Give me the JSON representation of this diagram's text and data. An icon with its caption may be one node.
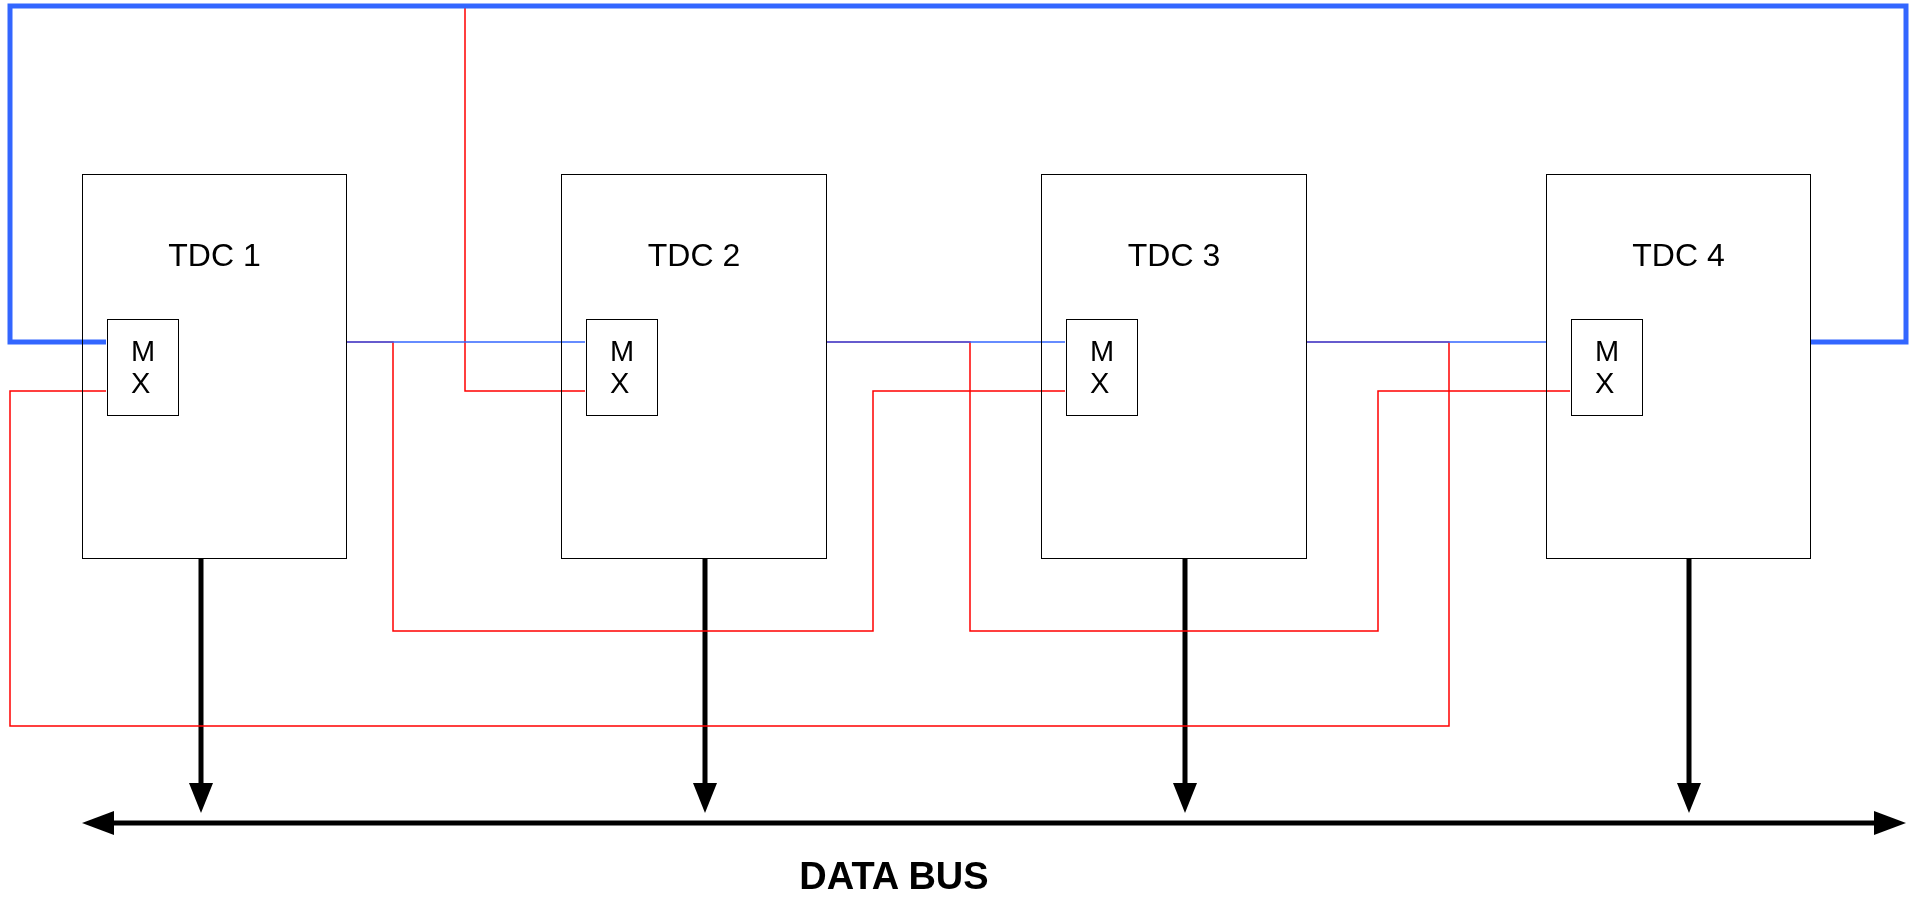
{
  "diagram": {
    "nodes": [
      {
        "text": [
          "TDC 1"
        ]
      },
      {
        "text": [
          "M X"
        ],
        "in": 0
      },
      {
        "text": [
          "TDC 2"
        ]
      },
      {
        "text": [
          "M X"
        ],
        "in": 2
      },
      {
        "text": [
          "TDC 3"
        ]
      },
      {
        "text": [
          "M X"
        ],
        "in": 4
      },
      {
        "text": [
          "TDC 4"
        ]
      },
      {
        "text": [
          "M X"
        ],
        "in": 6
      },
      {
        "text": [],
        "shape": "bar",
        "beside": [
          "DATA BUS"
        ]
      }
    ],
    "edges": [
      {
        "from": 6,
        "to": 1,
        "arrow": "none",
        "style": "thick",
        "color": "#3366ff"
      },
      {
        "from": 0,
        "to": 3,
        "arrow": "none",
        "color": "#3366ff"
      },
      {
        "from": 2,
        "to": 5,
        "arrow": "none",
        "color": "#3366ff"
      },
      {
        "from": 4,
        "to": 6,
        "arrow": "none",
        "color": "#3366ff"
      },
      {
        "from": 6,
        "to": 3,
        "arrow": "none",
        "color": "#ff0000"
      },
      {
        "from": 0,
        "to": 5,
        "arrow": "none",
        "color": "#ff0000"
      },
      {
        "from": 2,
        "to": 7,
        "arrow": "none",
        "color": "#ff0000"
      },
      {
        "from": 4,
        "to": 1,
        "arrow": "none",
        "color": "#ff0000"
      },
      {
        "from": 0,
        "to": 8,
        "arrow": "to",
        "style": "thick",
        "color": "#000000"
      },
      {
        "from": 2,
        "to": 8,
        "arrow": "to",
        "style": "thick",
        "color": "#000000"
      },
      {
        "from": 4,
        "to": 8,
        "arrow": "to",
        "style": "thick",
        "color": "#000000"
      },
      {
        "from": 6,
        "to": 8,
        "arrow": "to",
        "style": "thick",
        "color": "#000000"
      }
    ]
  }
}
